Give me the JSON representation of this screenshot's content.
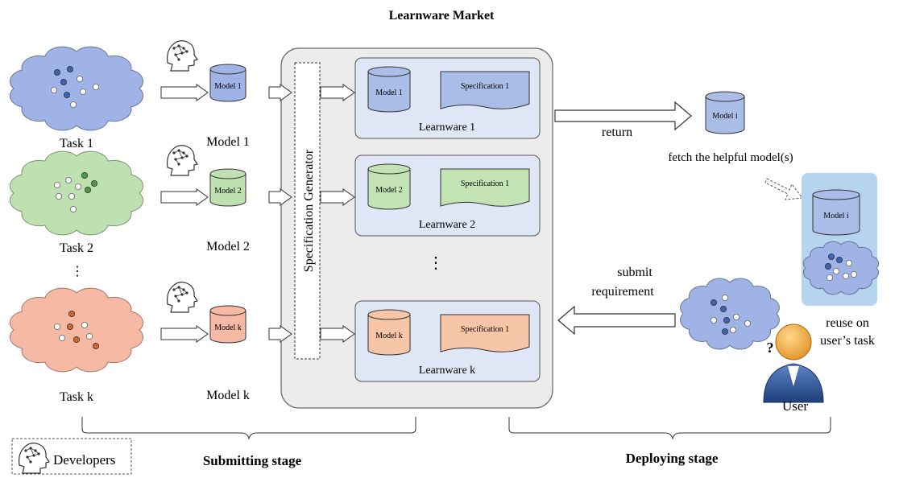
{
  "title": "Learnware Market",
  "tasks": [
    {
      "label": "Task 1",
      "model_label": "Model 1",
      "cylinder_label": "Model 1",
      "color": "#9fb3e6",
      "dot": "#3e63b3"
    },
    {
      "label": "Task 2",
      "model_label": "Model 2",
      "cylinder_label": "Model 2",
      "color": "#bfe0b0",
      "dot": "#4f9a3f"
    },
    {
      "label": "Task k",
      "model_label": "Model k",
      "cylinder_label": "Model k",
      "color": "#f6b9a4",
      "dot": "#d8662c"
    }
  ],
  "generator_label": "Specification Generator",
  "learnwares": [
    {
      "name": "Learnware 1",
      "model": "Model 1",
      "spec": "Specification 1",
      "color": "#a9bde6"
    },
    {
      "name": "Learnware 2",
      "model": "Model 2",
      "spec": "Specification 1",
      "color": "#c3e3b5"
    },
    {
      "name": "Learnware k",
      "model": "Model k",
      "spec": "Specification 1",
      "color": "#f7c5a7"
    }
  ],
  "ellipsis_v": ". . . .",
  "return_label": "return",
  "returned_model": "Model i",
  "fetch_label": "fetch the helpful model(s)",
  "user_model": "Model i",
  "reuse_label": [
    "reuse on",
    "user’s task"
  ],
  "submit_label": [
    "submit",
    "requirement"
  ],
  "user_label": "User",
  "question_mark": "?",
  "submitting_stage": "Submitting stage",
  "deploying_stage": "Deploying stage",
  "legend_label": "Developers",
  "colors": {
    "market_bg": "#ececec",
    "learnware_bg": "#dfe6f5",
    "user_panel": "#b6d3ef"
  }
}
